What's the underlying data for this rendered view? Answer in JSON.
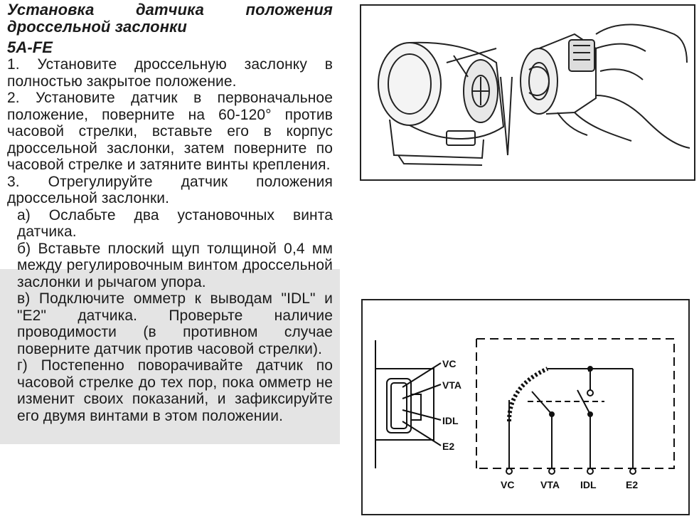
{
  "title": "Установка датчика положения дроссельной заслонки",
  "subtitle": "5A-FE",
  "paragraphs": [
    "1. Установите дроссельную заслонку в полностью закрытое положение.",
    "2. Установите датчик в первоначальное положение, поверните на 60-120° против часовой стрелки, вставьте его в корпус дроссельной заслонки, затем поверните по часовой стрелке и затяните винты крепления.",
    "3. Отрегулируйте датчик положения дроссельной заслонки."
  ],
  "subparagraphs": [
    "а) Ослабьте два установочных винта датчика.",
    "б) Вставьте плоский щуп толщиной 0,4 мм между регулировочным винтом дроссельной заслонки и рычагом упора.",
    "в) Подключите омметр к выводам \"IDL\" и \"E2\" датчика. Проверьте наличие проводимости (в противном случае поверните датчик против часовой стрелки).",
    "г) Постепенно поворачивайте датчик по часовой стрелке до тех пор, пока омметр не изменит своих показаний, и зафиксируйте его двумя винтами в этом положении."
  ],
  "diagram": {
    "connector_labels": [
      "VC",
      "VTA",
      "IDL",
      "E2"
    ],
    "terminal_labels": [
      "VC",
      "VTA",
      "IDL",
      "E2"
    ]
  }
}
